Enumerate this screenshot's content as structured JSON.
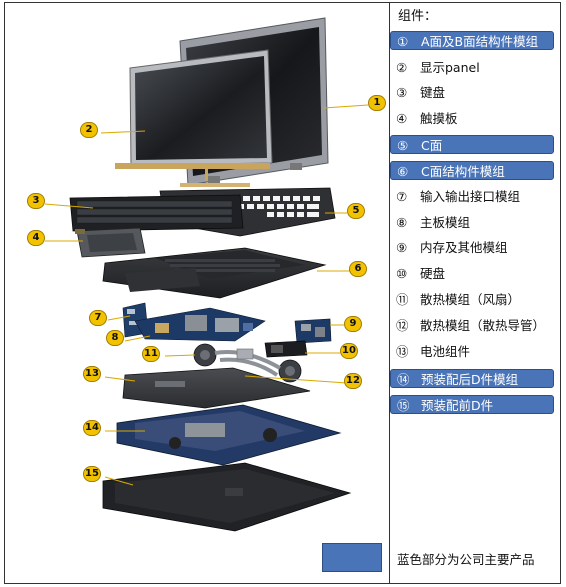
{
  "legend": {
    "title": "组件：",
    "items": [
      {
        "num": "①",
        "label": "A面及B面结构件模组",
        "highlight": true
      },
      {
        "num": "②",
        "label": "显示panel",
        "highlight": false
      },
      {
        "num": "③",
        "label": "键盘",
        "highlight": false
      },
      {
        "num": "④",
        "label": "触摸板",
        "highlight": false
      },
      {
        "num": "⑤",
        "label": "C面",
        "highlight": true
      },
      {
        "num": "⑥",
        "label": "C面结构件模组",
        "highlight": true
      },
      {
        "num": "⑦",
        "label": "输入输出接口模组",
        "highlight": false
      },
      {
        "num": "⑧",
        "label": "主板模组",
        "highlight": false
      },
      {
        "num": "⑨",
        "label": "内存及其他模组",
        "highlight": false
      },
      {
        "num": "⑩",
        "label": "硬盘",
        "highlight": false
      },
      {
        "num": "⑪",
        "label": "散热模组（风扇）",
        "highlight": false
      },
      {
        "num": "⑫",
        "label": "散热模组（散热导管）",
        "highlight": false
      },
      {
        "num": "⑬",
        "label": "电池组件",
        "highlight": false
      },
      {
        "num": "⑭",
        "label": "预装配后D件模组",
        "highlight": true
      },
      {
        "num": "⑮",
        "label": "预装配前D件",
        "highlight": true
      }
    ]
  },
  "note": "蓝色部分为公司主要产品",
  "callouts": [
    "1",
    "2",
    "3",
    "4",
    "5",
    "6",
    "7",
    "8",
    "9",
    "10",
    "11",
    "12",
    "13",
    "14",
    "15"
  ],
  "colors": {
    "highlight": "#4a74b8",
    "callout": "#f2c200",
    "callout_border": "#a07c00"
  }
}
